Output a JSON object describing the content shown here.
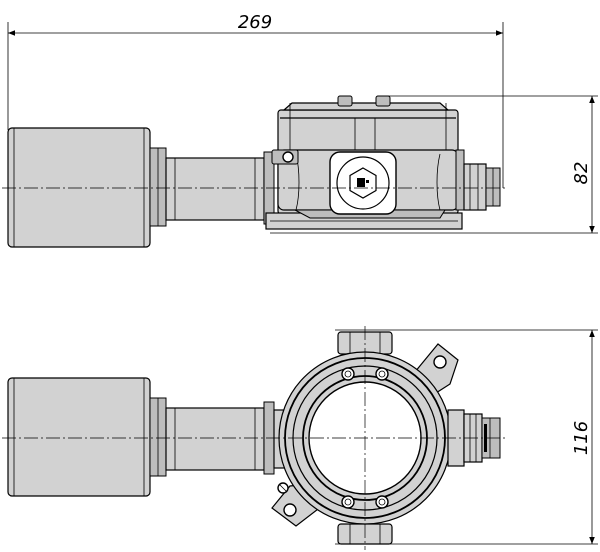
{
  "dimensions": {
    "overall_length": "269",
    "height": "82",
    "width": "116"
  },
  "colors": {
    "body": "#d2d2d2",
    "line": "#000000",
    "background": "#ffffff"
  }
}
